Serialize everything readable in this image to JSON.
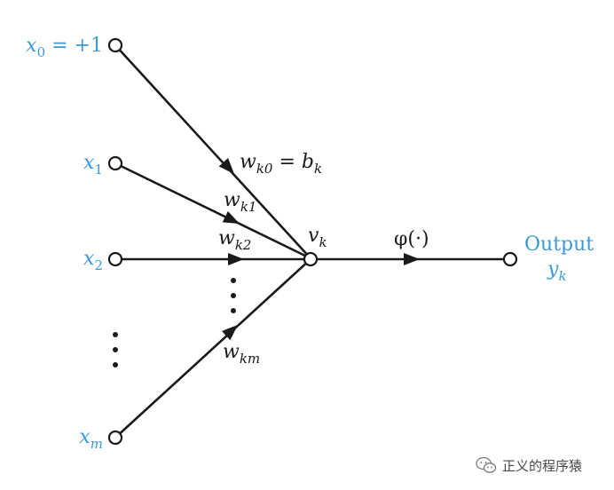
{
  "inputs": {
    "x0": {
      "base": "x",
      "sub": "0",
      "suffix": " = +1"
    },
    "x1": {
      "base": "x",
      "sub": "1"
    },
    "x2": {
      "base": "x",
      "sub": "2"
    },
    "xm": {
      "base": "x",
      "sub": "m"
    }
  },
  "weights": {
    "wk0": {
      "base": "w",
      "sub": "k0",
      "mid": " = ",
      "base2": "b",
      "sub2": "k"
    },
    "wk1": {
      "base": "w",
      "sub": "k1"
    },
    "wk2": {
      "base": "w",
      "sub": "k2"
    },
    "wkm": {
      "base": "w",
      "sub": "km"
    }
  },
  "summing_node": {
    "base": "v",
    "sub": "k"
  },
  "activation": {
    "label": "φ(·)"
  },
  "output": {
    "title": "Output",
    "base": "y",
    "sub": "k"
  },
  "watermark": {
    "text": "正义的程序猿",
    "icon": "wechat-icon"
  },
  "colors": {
    "input_label": "#3a9ad9",
    "line": "#1a1a1a"
  }
}
